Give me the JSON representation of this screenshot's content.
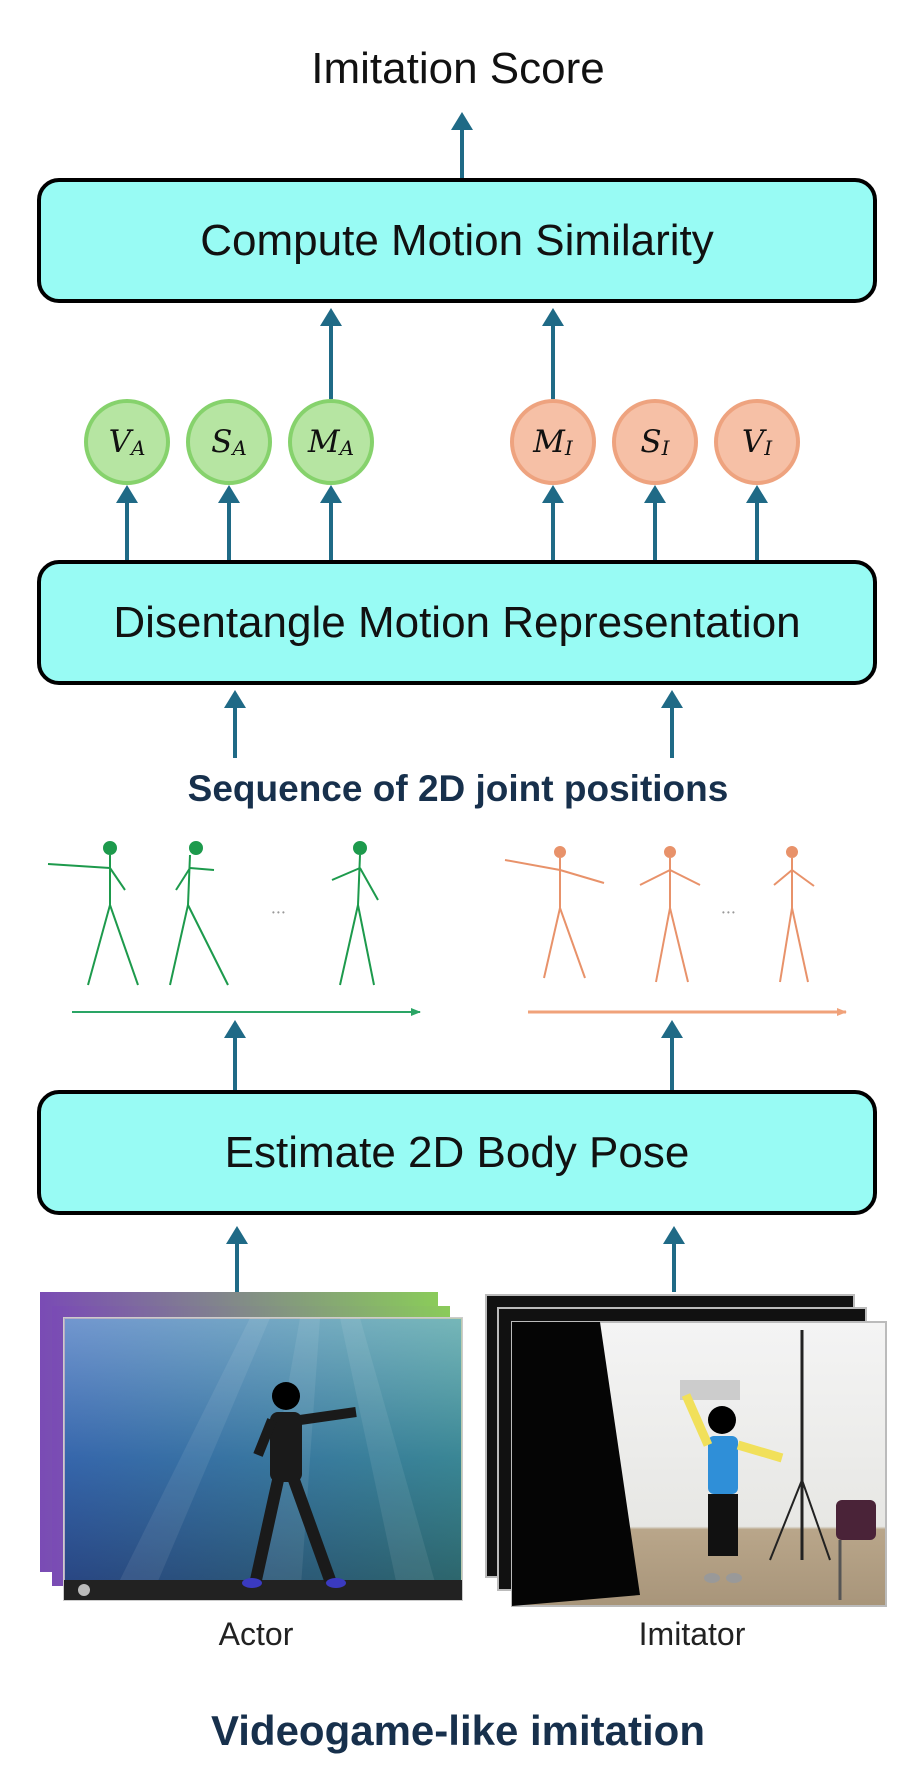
{
  "output_label": "Imitation Score",
  "boxes": {
    "similarity": "Compute Motion Similarity",
    "disentangle": "Disentangle Motion Representation",
    "pose": "Estimate 2D Body Pose"
  },
  "circles": {
    "actor": [
      {
        "sym": "V",
        "sub": "A"
      },
      {
        "sym": "S",
        "sub": "A"
      },
      {
        "sym": "M",
        "sub": "A"
      }
    ],
    "imitator": [
      {
        "sym": "M",
        "sub": "I"
      },
      {
        "sym": "S",
        "sub": "I"
      },
      {
        "sym": "V",
        "sub": "I"
      }
    ]
  },
  "sequence_label": "Sequence of 2D joint positions",
  "captions": {
    "actor": "Actor",
    "imitator": "Imitator"
  },
  "footer": "Videogame-like imitation",
  "colors": {
    "box_fill": "#98fbf4",
    "arrow": "#1f6a86",
    "actor_skeleton": "#1d9a4c",
    "imitator_skeleton": "#e8926a"
  }
}
